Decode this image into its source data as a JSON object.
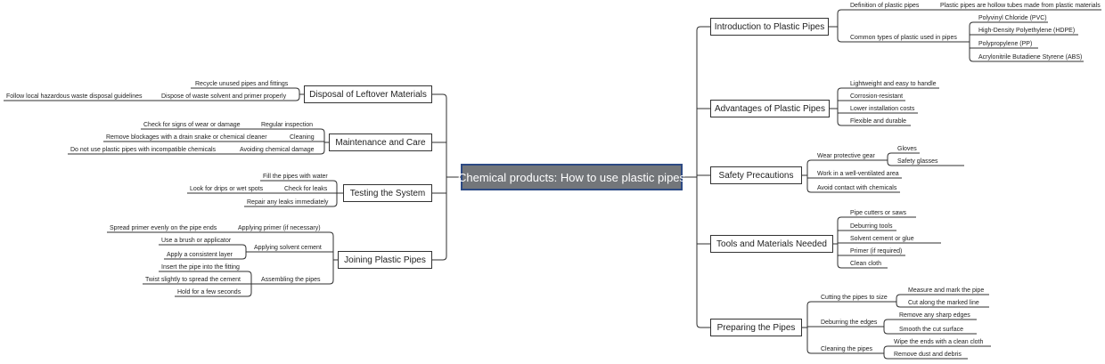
{
  "root": "Chemical products: How to use plastic pipes",
  "right": {
    "intro": {
      "label": "Introduction to Plastic Pipes",
      "definition": "Definition of plastic pipes",
      "definition_text": "Plastic pipes are hollow tubes made from plastic materials",
      "types": "Common types of plastic used in pipes",
      "pvc": "Polyvinyl Chloride (PVC)",
      "hdpe": "High-Density Polyethylene (HDPE)",
      "pp": "Polypropylene (PP)",
      "abs": "Acrylonitrile Butadiene Styrene (ABS)"
    },
    "advantages": {
      "label": "Advantages of Plastic Pipes",
      "items": [
        "Lightweight and easy to handle",
        "Corrosion-resistant",
        "Lower installation costs",
        "Flexible and durable"
      ]
    },
    "safety": {
      "label": "Safety Precautions",
      "gear": "Wear protective gear",
      "gloves": "Gloves",
      "glasses": "Safety glasses",
      "ventilated": "Work in a well-ventilated area",
      "contact": "Avoid contact with chemicals"
    },
    "tools": {
      "label": "Tools and Materials Needed",
      "items": [
        "Pipe cutters or saws",
        "Deburring tools",
        "Solvent cement or glue",
        "Primer (if required)",
        "Clean cloth"
      ]
    },
    "preparing": {
      "label": "Preparing the Pipes",
      "cutting": "Cutting the pipes to size",
      "measure": "Measure and mark the pipe",
      "cut_line": "Cut along the marked line",
      "deburring": "Deburring the edges",
      "remove_sharp": "Remove any sharp edges",
      "smooth": "Smooth the cut surface",
      "cleaning": "Cleaning the pipes",
      "wipe": "Wipe the ends with a clean cloth",
      "dust": "Remove dust and debris"
    }
  },
  "left": {
    "disposal": {
      "label": "Disposal of Leftover Materials",
      "recycle": "Recycle unused pipes and fittings",
      "dispose": "Dispose of waste solvent and primer properly",
      "follow": "Follow local hazardous waste disposal guidelines"
    },
    "maintenance": {
      "label": "Maintenance and Care",
      "regular": "Regular inspection",
      "wear": "Check for signs of wear or damage",
      "cleaning": "Cleaning",
      "blockages": "Remove blockages with a drain snake or chemical cleaner",
      "avoiding": "Avoiding chemical damage",
      "incompatible": "Do not use plastic pipes with incompatible chemicals"
    },
    "testing": {
      "label": "Testing the System",
      "fill": "Fill the pipes with water",
      "check": "Check for leaks",
      "drips": "Look for drips or wet spots",
      "repair": "Repair any leaks immediately"
    },
    "joining": {
      "label": "Joining Plastic Pipes",
      "primer": "Applying primer (if necessary)",
      "spread": "Spread primer evenly on the pipe ends",
      "solvent": "Applying solvent cement",
      "brush": "Use a brush or applicator",
      "consistent": "Apply a consistent layer",
      "assembling": "Assembling the pipes",
      "insert": "Insert the pipe into the fitting",
      "twist": "Twist slightly to spread the cement",
      "hold": "Hold for a few seconds"
    }
  }
}
